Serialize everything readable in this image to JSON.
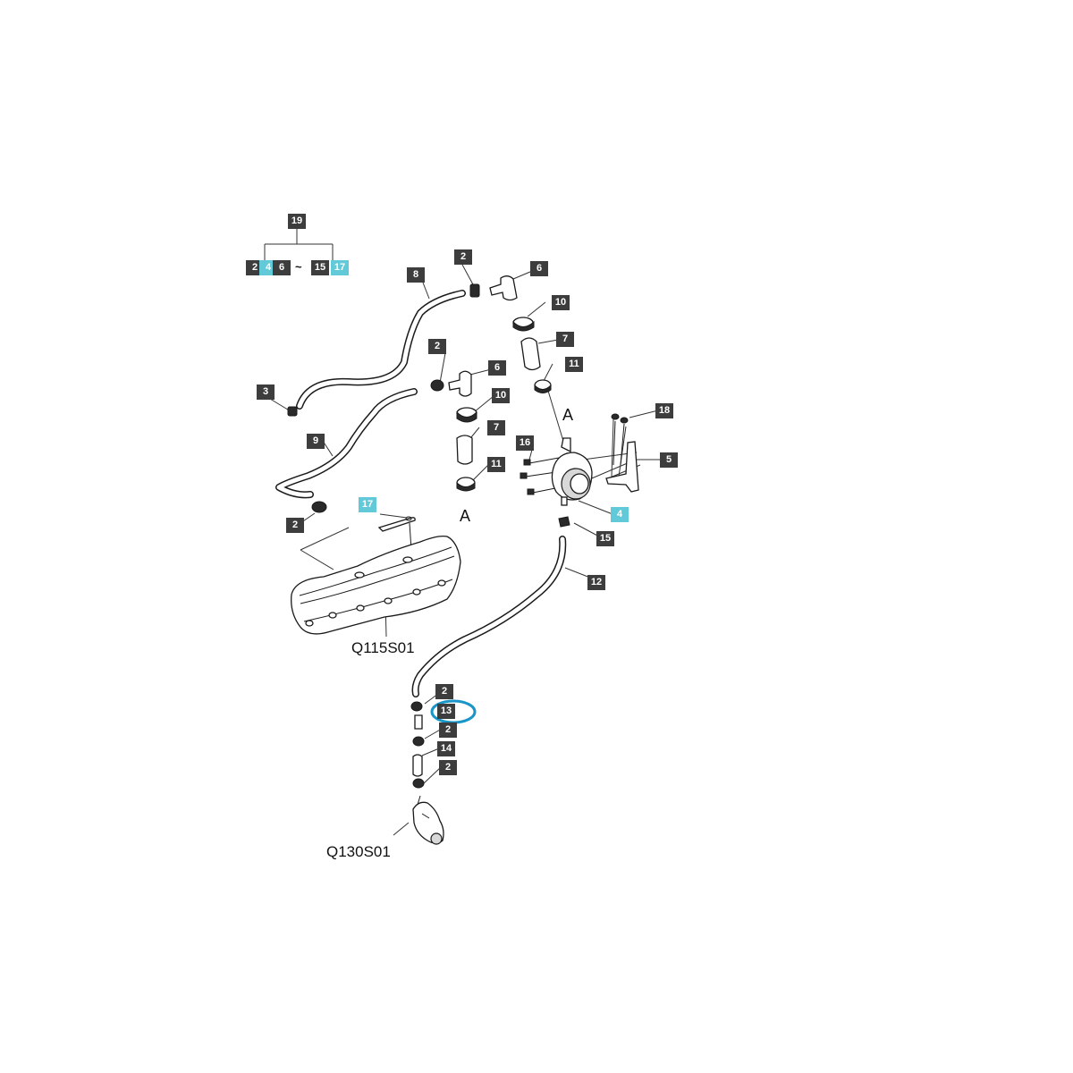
{
  "colors": {
    "label_bg": "#3d3d3d",
    "highlight_bg": "#62c9d9",
    "circle": "#1a95c8"
  },
  "kit": {
    "parent": "19",
    "members": [
      "2",
      "4",
      "6"
    ],
    "range_symbol": "~",
    "members_end": [
      "15",
      "17"
    ]
  },
  "labels": [
    {
      "id": "lbl-8",
      "text": "8"
    },
    {
      "id": "lbl-2-top",
      "text": "2"
    },
    {
      "id": "lbl-6-top",
      "text": "6"
    },
    {
      "id": "lbl-10-top",
      "text": "10"
    },
    {
      "id": "lbl-7-top",
      "text": "7"
    },
    {
      "id": "lbl-11-top",
      "text": "11"
    },
    {
      "id": "lbl-2-mid",
      "text": "2"
    },
    {
      "id": "lbl-6-mid",
      "text": "6"
    },
    {
      "id": "lbl-10-mid",
      "text": "10"
    },
    {
      "id": "lbl-7-mid",
      "text": "7"
    },
    {
      "id": "lbl-11-mid",
      "text": "11"
    },
    {
      "id": "lbl-3",
      "text": "3"
    },
    {
      "id": "lbl-9",
      "text": "9"
    },
    {
      "id": "lbl-18",
      "text": "18"
    },
    {
      "id": "lbl-16",
      "text": "16"
    },
    {
      "id": "lbl-5",
      "text": "5"
    },
    {
      "id": "lbl-4",
      "text": "4"
    },
    {
      "id": "lbl-17",
      "text": "17"
    },
    {
      "id": "lbl-2-cover",
      "text": "2"
    },
    {
      "id": "lbl-15",
      "text": "15"
    },
    {
      "id": "lbl-12",
      "text": "12"
    },
    {
      "id": "lbl-2-low-a",
      "text": "2"
    },
    {
      "id": "lbl-13",
      "text": "13"
    },
    {
      "id": "lbl-2-low-b",
      "text": "2"
    },
    {
      "id": "lbl-14",
      "text": "14"
    },
    {
      "id": "lbl-2-low-c",
      "text": "2"
    }
  ],
  "connector_letters": [
    "A",
    "A"
  ],
  "refs": {
    "cover": "Q115S01",
    "pump": "Q130S01"
  }
}
